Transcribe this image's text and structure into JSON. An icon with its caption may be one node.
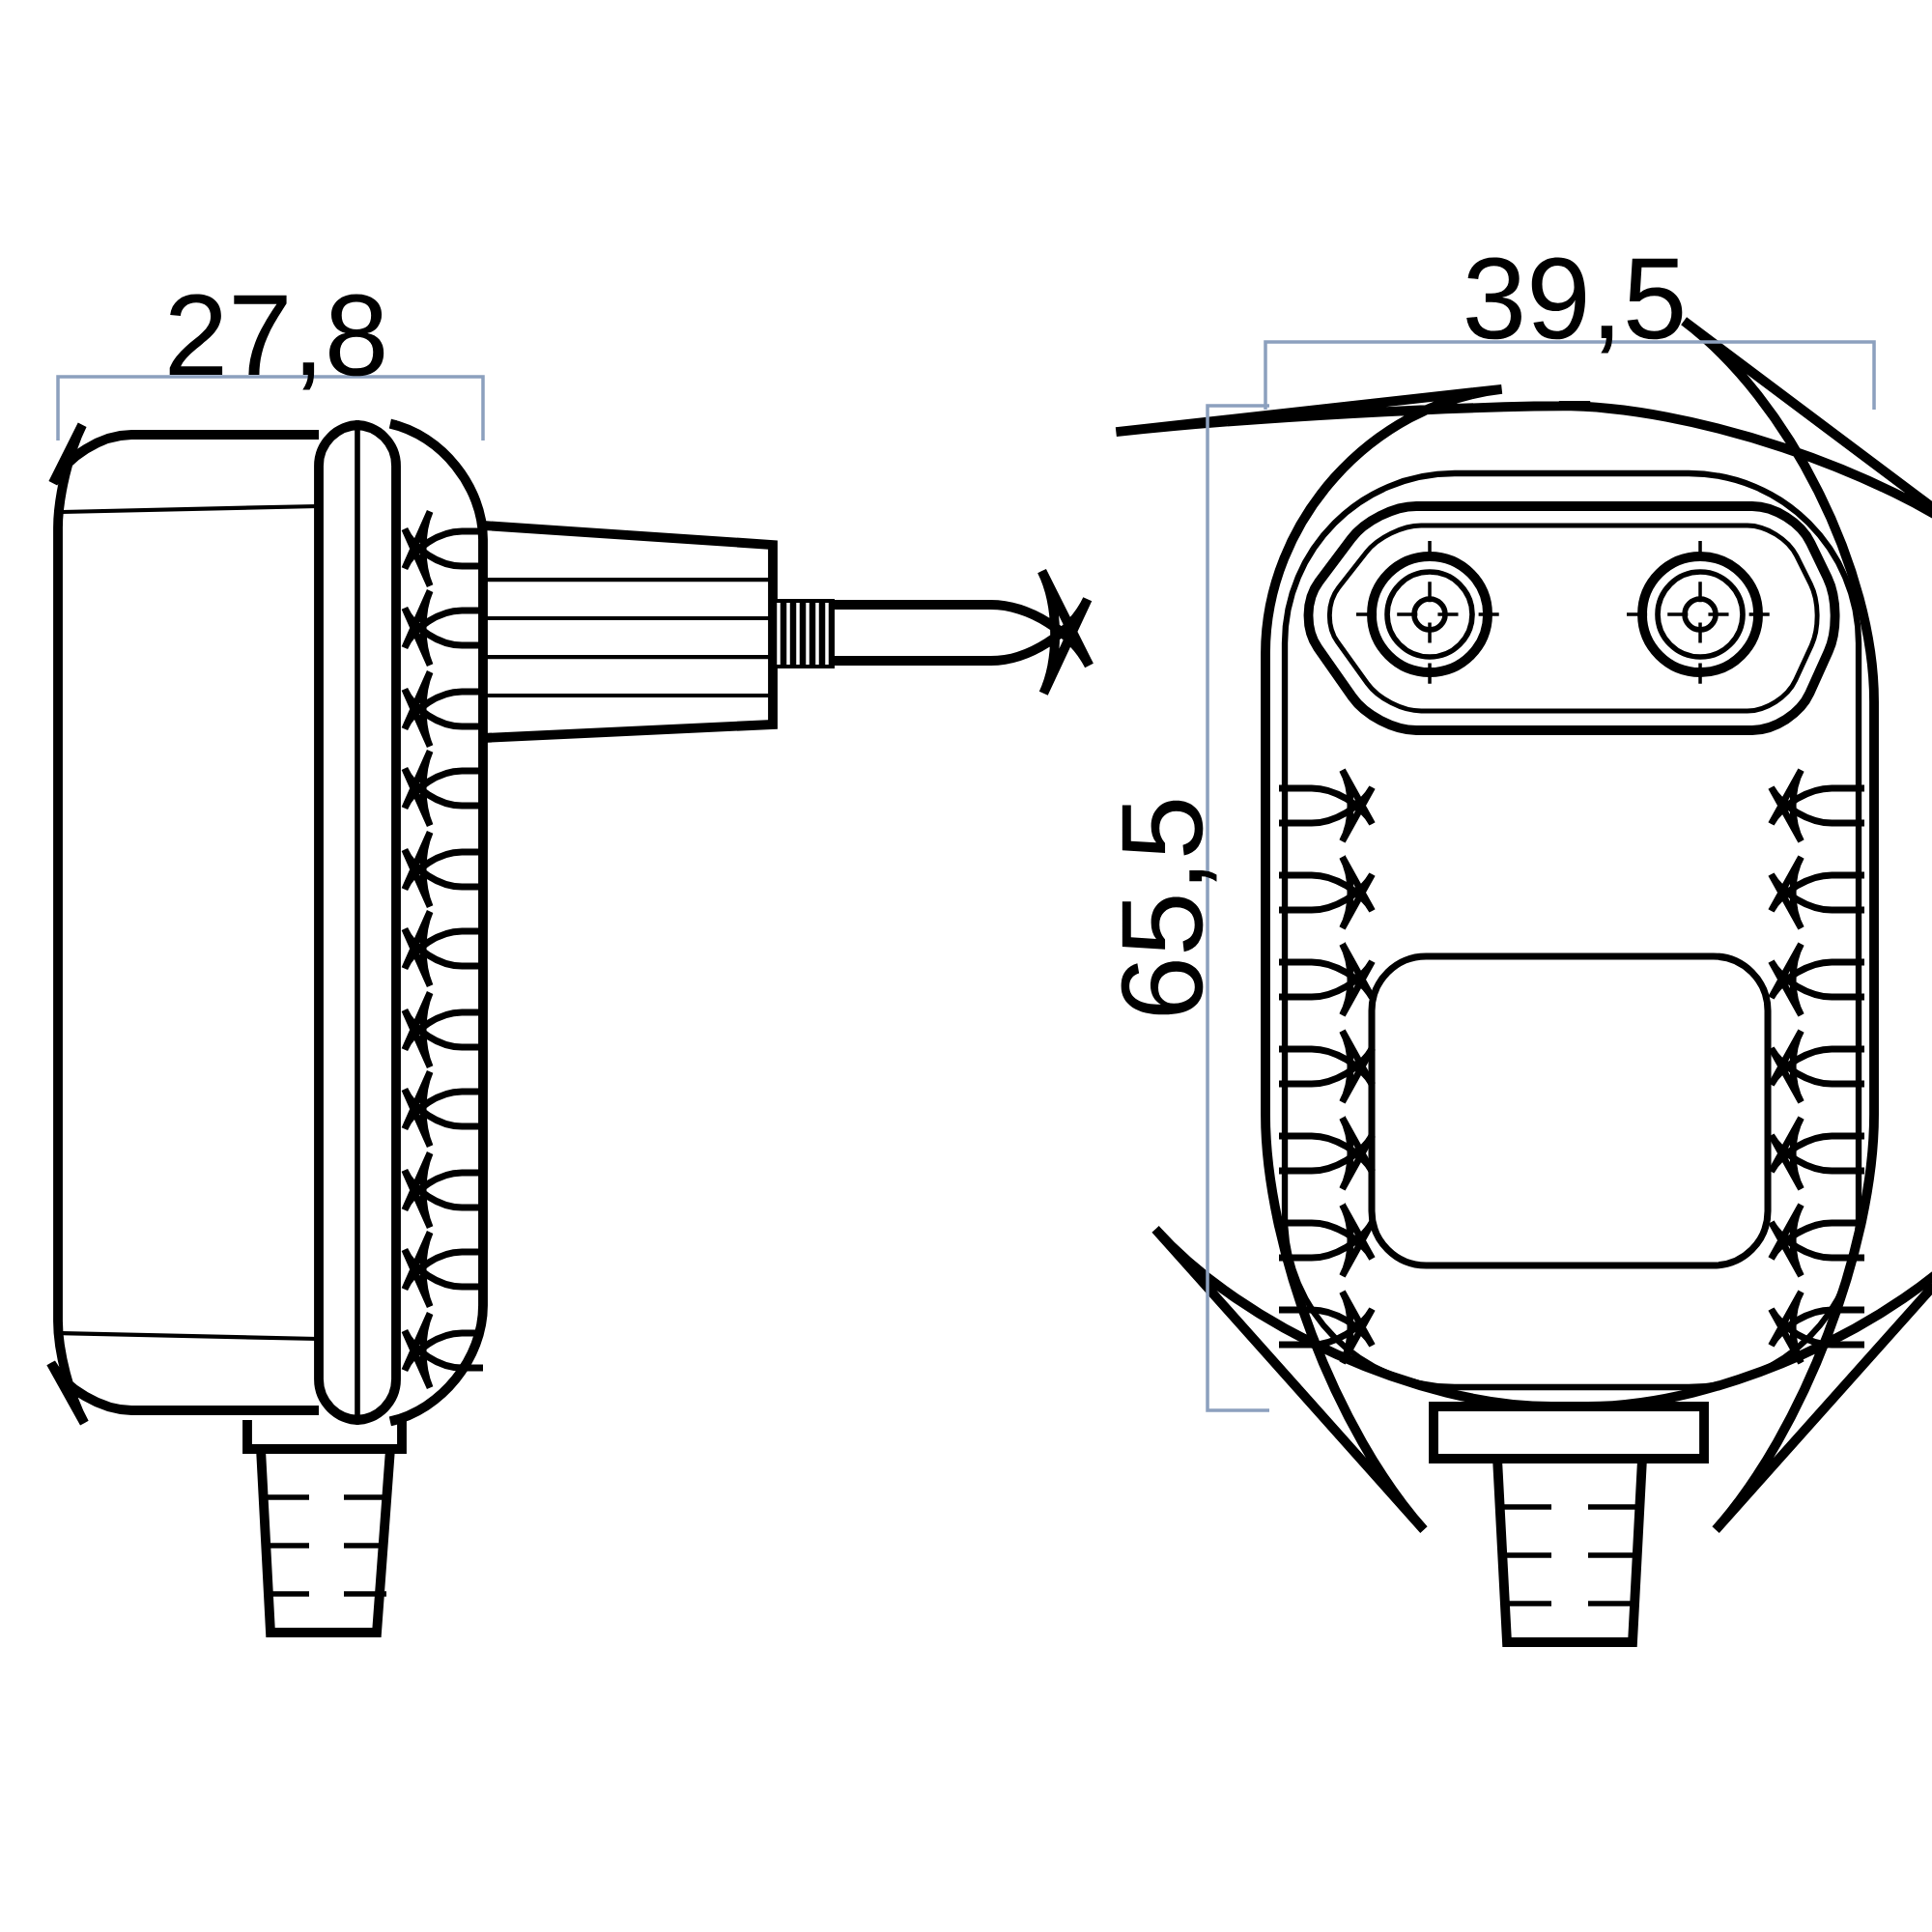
{
  "diagram": {
    "labels": [
      "27,8",
      "39,5",
      "65,5"
    ]
  }
}
